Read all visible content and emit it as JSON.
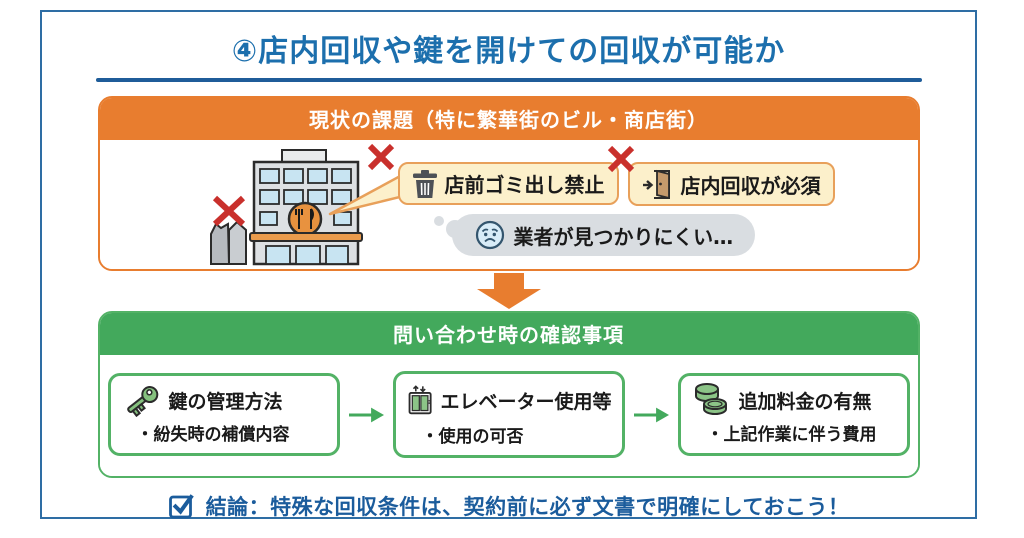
{
  "title": "④店内回収や鍵を開けての回収が可能か",
  "problem_section": {
    "header": "現状の課題（特に繁華街のビル・商店街）",
    "labels": [
      {
        "icon": "trash-icon",
        "text": "店前ゴミ出し禁止"
      },
      {
        "icon": "door-enter-icon",
        "text": "店内回収が必須"
      }
    ],
    "thought": {
      "icon": "sad-face-icon",
      "text": "業者が見つかりにくい…"
    }
  },
  "checklist_section": {
    "header": "問い合わせ時の確認事項",
    "cards": [
      {
        "icon": "key-icon",
        "title": "鍵の管理方法",
        "subtitle": "・紛失時の補償内容"
      },
      {
        "icon": "elevator-icon",
        "title": "エレベーター使用等",
        "subtitle": "・使用の可否"
      },
      {
        "icon": "coins-icon",
        "title": "追加料金の有無",
        "subtitle": "・上記作業に伴う費用"
      }
    ]
  },
  "conclusion": {
    "text": "結論：特殊な回収条件は、契約前に必ず文書で明確にしておこう！"
  },
  "colors": {
    "title_blue": "#1c6fad",
    "underline_blue": "#1f5c99",
    "frame_blue": "#2e6da4",
    "orange": "#e87d2f",
    "callout_cream": "#fcf0cb",
    "callout_border": "#e8a05a",
    "green": "#43a95c",
    "green_border": "#53b266",
    "icon_green": "#8cc487",
    "red_x": "#c9302c",
    "thought_gray": "#d9dde1"
  }
}
